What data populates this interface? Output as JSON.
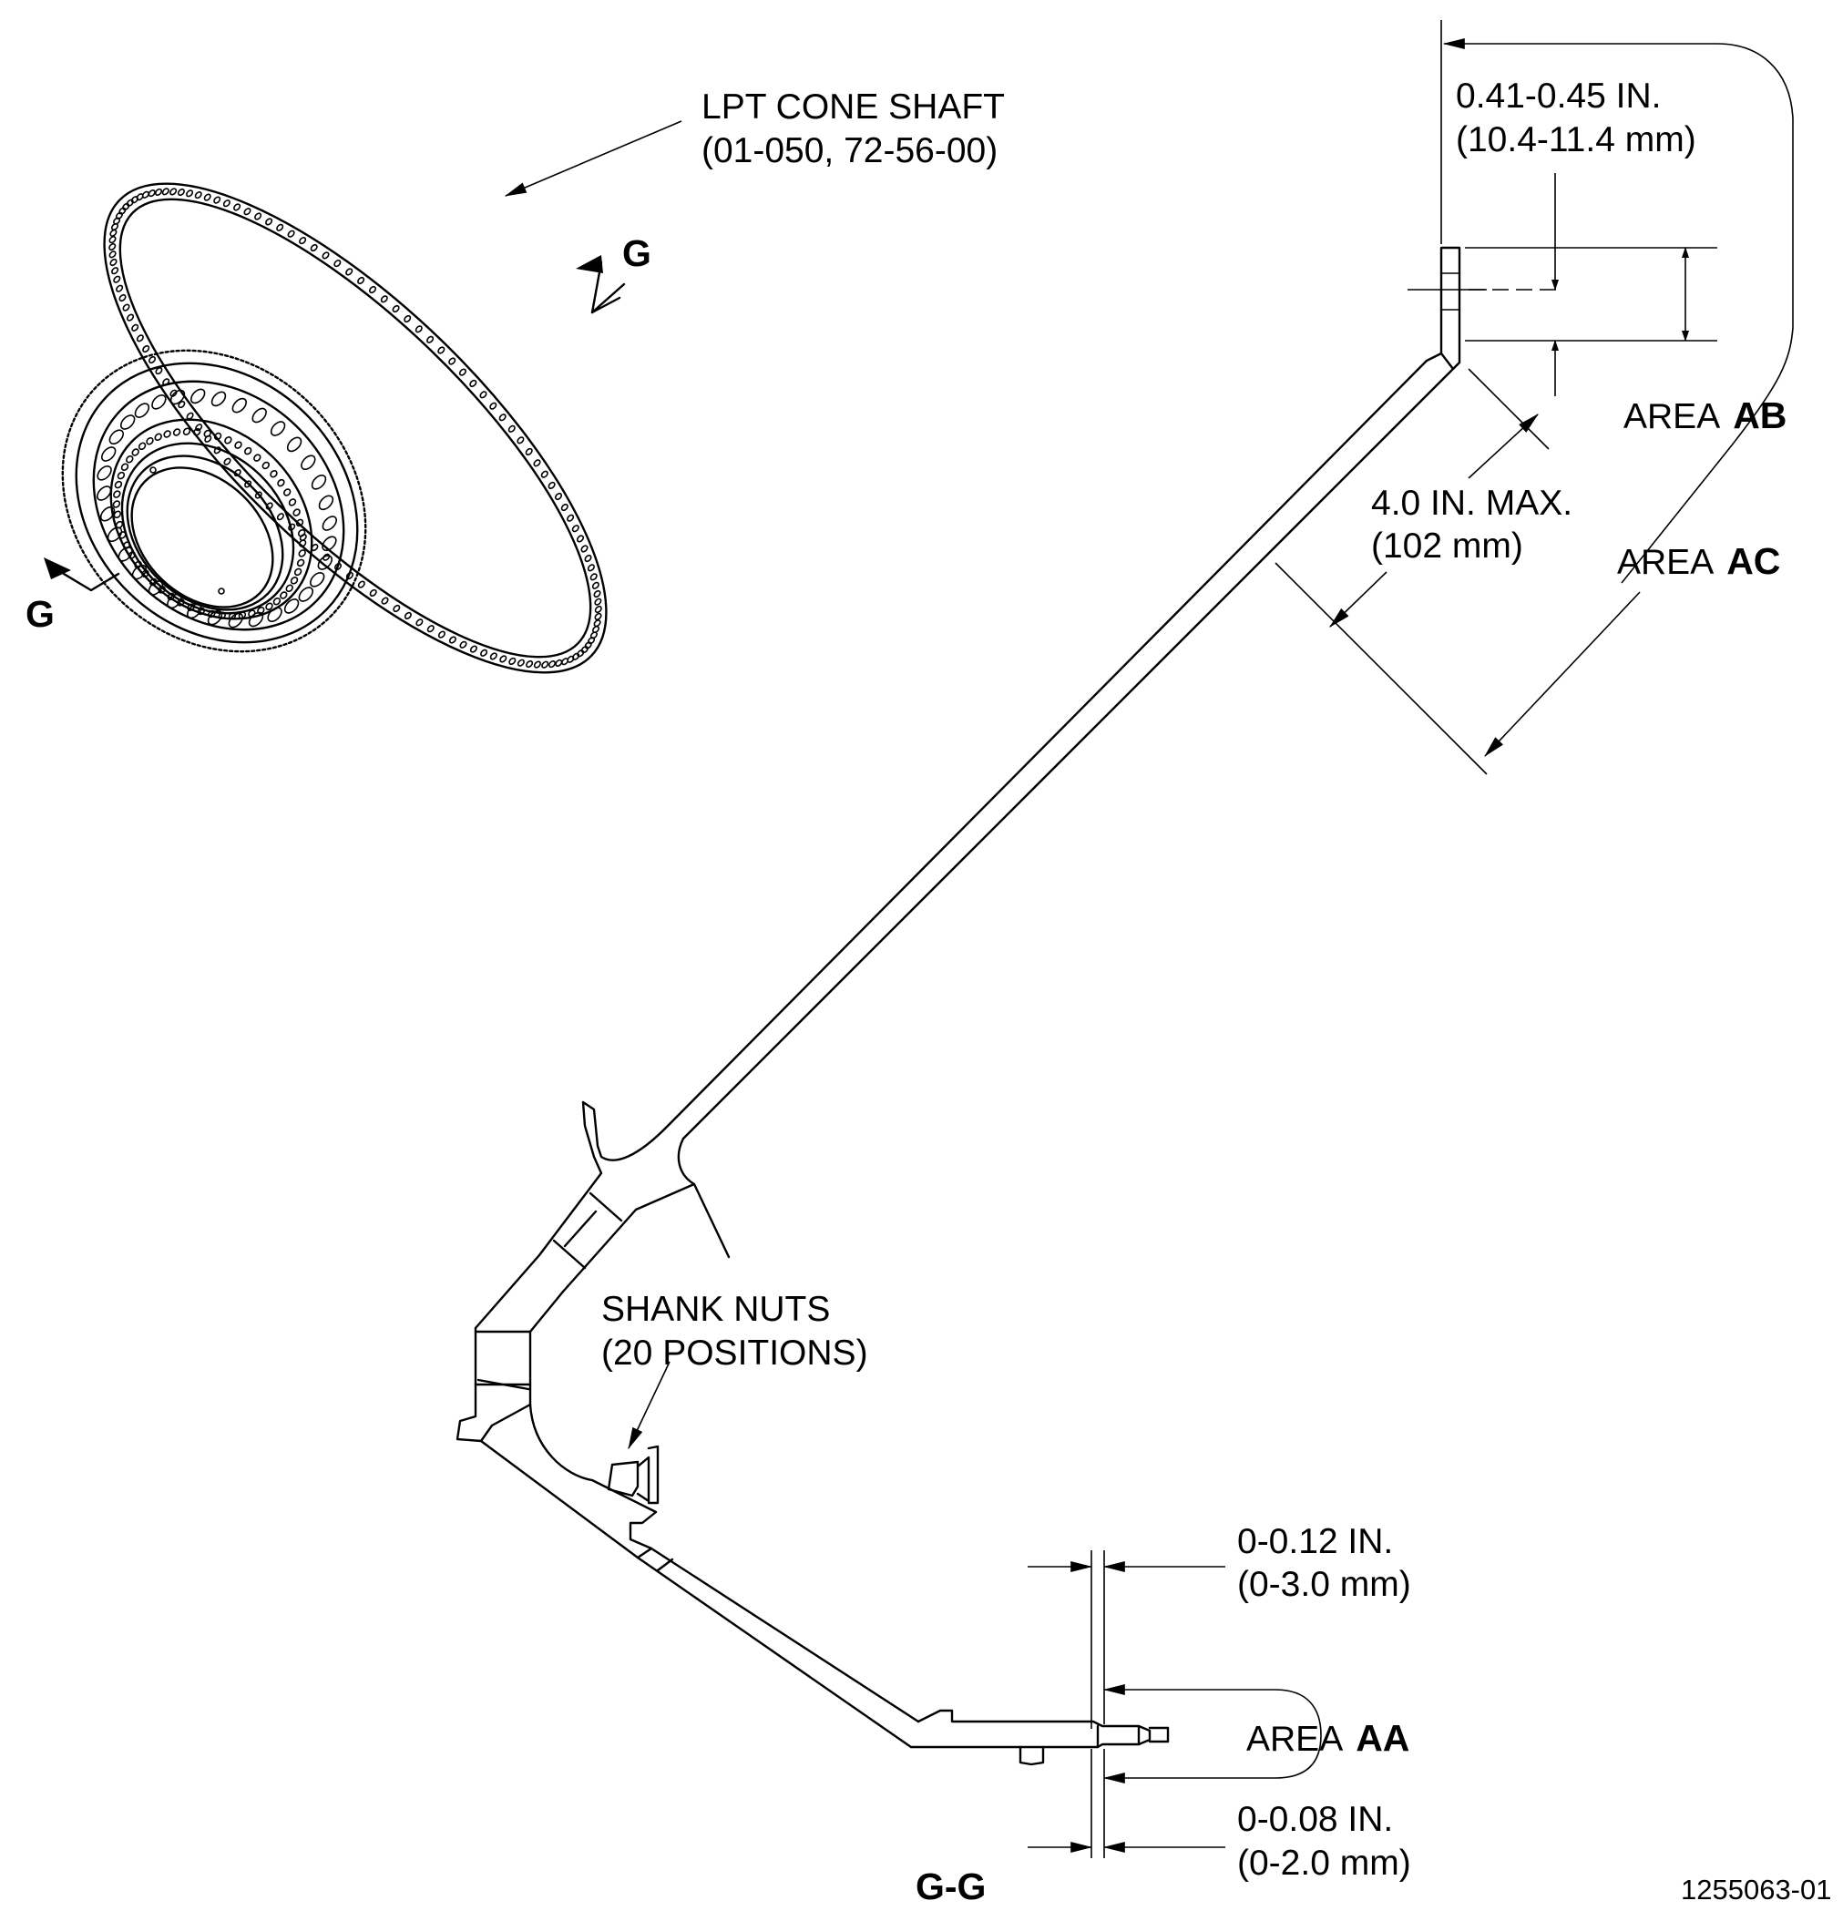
{
  "labels": {
    "cone_shaft_line1": "LPT CONE SHAFT",
    "cone_shaft_line2": "(01-050, 72-56-00)",
    "section_marker": "G",
    "dim_ab_line1": "0.41-0.45 IN.",
    "dim_ab_line2": "(10.4-11.4 mm)",
    "area_prefix": "AREA",
    "area_ab": "AB",
    "area_ac": "AC",
    "area_aa": "AA",
    "dim_ac_line1": "4.0 IN. MAX.",
    "dim_ac_line2": "(102 mm)",
    "shank_nuts_line1": "SHANK NUTS",
    "shank_nuts_line2": "(20 POSITIONS)",
    "dim_aa_top_line1": "0-0.12 IN.",
    "dim_aa_top_line2": "(0-3.0 mm)",
    "dim_aa_bottom_line1": "0-0.08 IN.",
    "dim_aa_bottom_line2": "(0-2.0 mm)",
    "section_title": "G-G",
    "figure_number": "1255063-01"
  }
}
